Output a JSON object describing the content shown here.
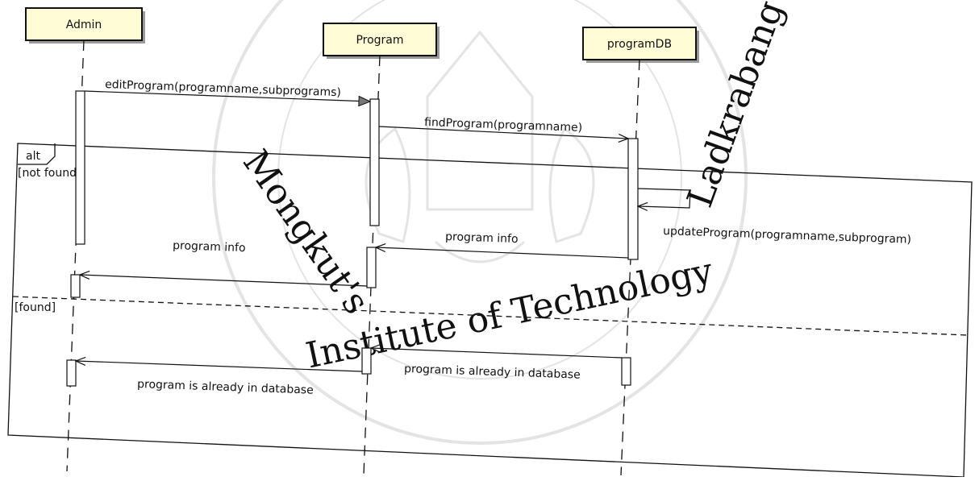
{
  "participants": [
    {
      "id": "admin",
      "label": "Admin"
    },
    {
      "id": "program",
      "label": "Program"
    },
    {
      "id": "programdb",
      "label": "programDB"
    }
  ],
  "fragment": {
    "operator": "alt",
    "guard_1": "[not found]",
    "guard_2": "[found]"
  },
  "messages": [
    {
      "id": "m1",
      "label": "editProgram(programname,subprograms)"
    },
    {
      "id": "m2",
      "label": "findProgram(programname)"
    },
    {
      "id": "m3",
      "label": "updateProgram(programname,subprogram)"
    },
    {
      "id": "m4",
      "label": "program info"
    },
    {
      "id": "m5",
      "label": "program info"
    },
    {
      "id": "m6",
      "label": "program is already in database"
    },
    {
      "id": "m7",
      "label": "program is already in database"
    }
  ],
  "watermark": {
    "text_left": "Mongkut's",
    "text_bottom": "Institute of Technology",
    "text_right": "Ladkrabang"
  },
  "colors": {
    "participant_fill": "#fffcd6",
    "participant_shadow": "#9a9a9a",
    "line": "#111111",
    "watermark": "#e2e2e2"
  }
}
